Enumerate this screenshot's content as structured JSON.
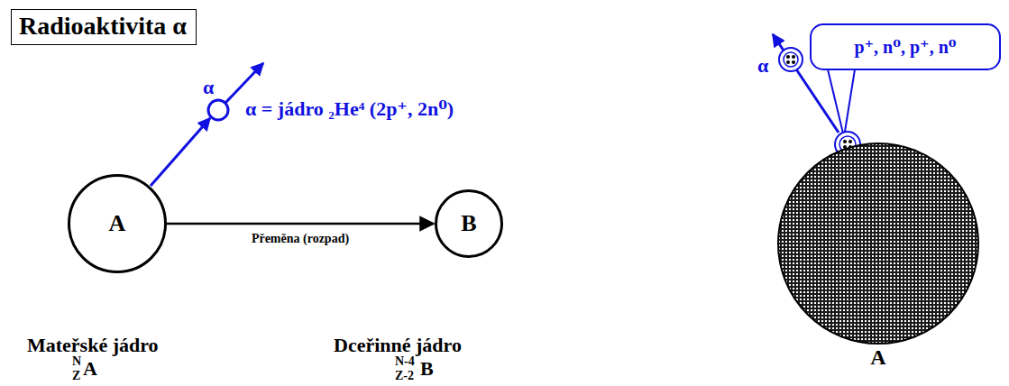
{
  "diagram": {
    "title": "Radioaktivita α",
    "nodes": [
      {
        "text": [
          "A"
        ]
      },
      {
        "text": [
          "B"
        ]
      },
      {
        "text": [
          "A"
        ]
      },
      {
        "text": [
          "p⁺, n⁰, p⁺, n⁰"
        ]
      }
    ],
    "edges": [
      {
        "from": 0,
        "to": 1,
        "arrow": "to",
        "label": "Přeměna (rozpad)"
      }
    ],
    "labels": [
      "α",
      "α = jádro ₂He⁴ (2p⁺, 2n⁰)",
      "Mateřské jádro",
      "N",
      "Z",
      "A",
      "Dceřinné jádro",
      "N-4",
      "Z-2",
      "B",
      "α"
    ]
  }
}
